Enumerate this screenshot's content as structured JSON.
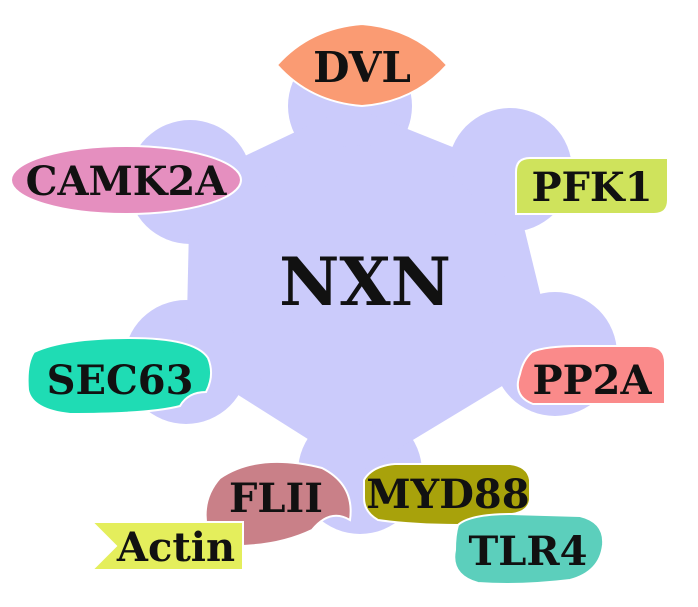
{
  "center": {
    "label": "NXN",
    "color": "#cbcbfb"
  },
  "partners": [
    {
      "id": "dvl",
      "label": "DVL",
      "color": "#fa9b73"
    },
    {
      "id": "pfk1",
      "label": "PFK1",
      "color": "#cfe35c"
    },
    {
      "id": "pp2a",
      "label": "PP2A",
      "color": "#fa8a8a"
    },
    {
      "id": "myd88",
      "label": "MYD88",
      "color": "#a8a20b"
    },
    {
      "id": "tlr4",
      "label": "TLR4",
      "color": "#5ccfbc"
    },
    {
      "id": "flii",
      "label": "FLII",
      "color": "#c98088"
    },
    {
      "id": "actin",
      "label": "Actin",
      "color": "#e4ee5c"
    },
    {
      "id": "sec63",
      "label": "SEC63",
      "color": "#1fdcb4"
    },
    {
      "id": "camk2a",
      "label": "CAMK2A",
      "color": "#e58fbf"
    }
  ]
}
